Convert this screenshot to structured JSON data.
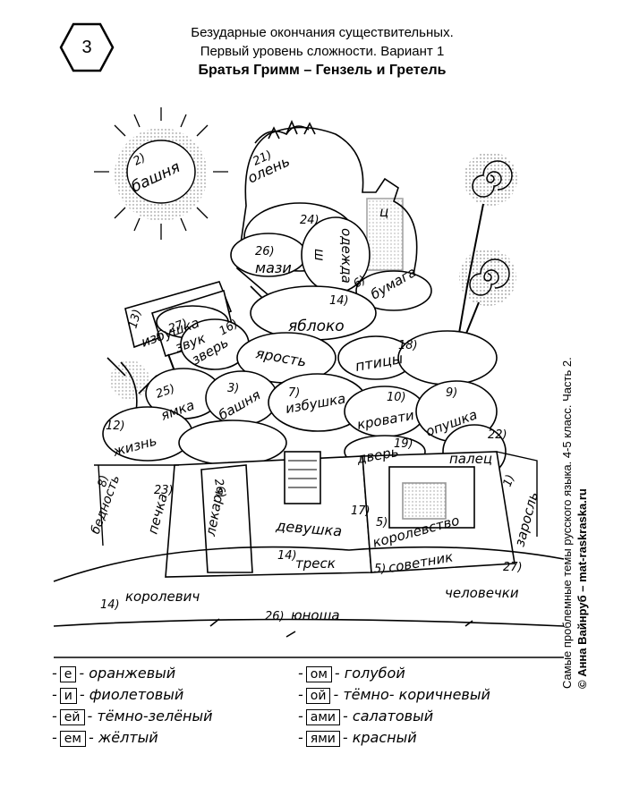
{
  "badge": {
    "number": "3"
  },
  "header": {
    "line1": "Безударные окончания существительных.",
    "line2": "Первый уровень сложности. Вариант 1",
    "title": "Братья Гримм – Гензель и Гретель"
  },
  "side": {
    "line1": "Самые проблемные темы русского языка. 4-5 класс. Часть 2.",
    "line2": "© Анна Вайнруб  –  mat-raskraska.ru"
  },
  "labels": [
    {
      "num": "2)",
      "word": "башня"
    },
    {
      "num": "21)",
      "word": "олень"
    },
    {
      "num": "24)",
      "word": "одежда"
    },
    {
      "num": "",
      "word": "ш"
    },
    {
      "num": "",
      "word": "ц"
    },
    {
      "num": "26)",
      "word": "мази"
    },
    {
      "num": "6)",
      "word": "бумага"
    },
    {
      "num": "14)",
      "word": "яблоко"
    },
    {
      "num": "13)",
      "word": "избушка"
    },
    {
      "num": "27)",
      "word": "звук"
    },
    {
      "num": "16)",
      "word": "зверь"
    },
    {
      "num": "",
      "word": "ярость"
    },
    {
      "num": "18)",
      "word": "птицы"
    },
    {
      "num": "25)",
      "word": "ямка"
    },
    {
      "num": "3)",
      "word": "башня"
    },
    {
      "num": "7)",
      "word": "избушка"
    },
    {
      "num": "10)",
      "word": "кровати"
    },
    {
      "num": "9)",
      "word": "опушка"
    },
    {
      "num": "12)",
      "word": "жизнь"
    },
    {
      "num": "19)",
      "word": "дверь"
    },
    {
      "num": "22)",
      "word": "палец"
    },
    {
      "num": "8)",
      "word": "бедность"
    },
    {
      "num": "23)",
      "word": "печка"
    },
    {
      "num": "26)",
      "word": "лекарь"
    },
    {
      "num": "17)",
      "word": "девушка"
    },
    {
      "num": "5)",
      "word": "королевство"
    },
    {
      "num": "1)",
      "word": "заросль"
    },
    {
      "num": "14)",
      "word": "треск"
    },
    {
      "num": "5)",
      "word": "советник"
    },
    {
      "num": "27)",
      "word": "человечки"
    },
    {
      "num": "14)",
      "word": "королевич"
    },
    {
      "num": "26)",
      "word": "юноша"
    }
  ],
  "legend": [
    {
      "ending": "е",
      "color_name": "оранжевый",
      "color": "#ff8c00"
    },
    {
      "ending": "и",
      "color_name": "фиолетовый",
      "color": "#8a2be2"
    },
    {
      "ending": "ей",
      "color_name": "тёмно-зелёный",
      "color": "#006400"
    },
    {
      "ending": "ем",
      "color_name": "жёлтый",
      "color": "#ffd700"
    },
    {
      "ending": "ом",
      "color_name": "голубой",
      "color": "#87ceeb"
    },
    {
      "ending": "ой",
      "color_name": "тёмно- коричневый",
      "color": "#5c3317"
    },
    {
      "ending": "ами",
      "color_name": "салатовый",
      "color": "#9acd32"
    },
    {
      "ending": "ями",
      "color_name": "красный",
      "color": "#ff0000"
    }
  ]
}
